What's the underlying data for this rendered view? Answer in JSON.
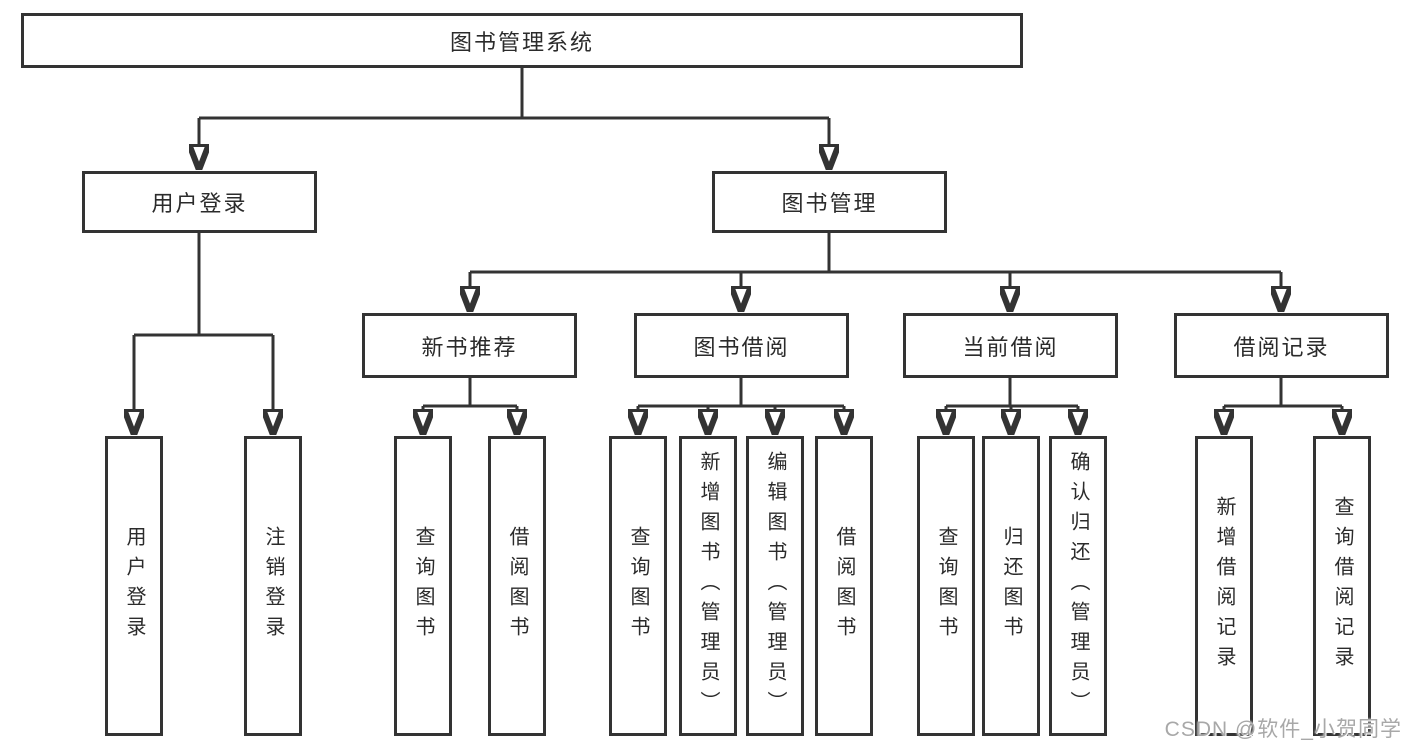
{
  "tree": {
    "label": "图书管理系统",
    "children": [
      {
        "label": "用户登录",
        "children": [
          {
            "label": "用户登录"
          },
          {
            "label": "注销登录"
          }
        ]
      },
      {
        "label": "图书管理",
        "children": [
          {
            "label": "新书推荐",
            "children": [
              {
                "label": "查询图书"
              },
              {
                "label": "借阅图书"
              }
            ]
          },
          {
            "label": "图书借阅",
            "children": [
              {
                "label": "查询图书"
              },
              {
                "label": "新增图书（管理员）"
              },
              {
                "label": "编辑图书（管理员）"
              },
              {
                "label": "借阅图书"
              }
            ]
          },
          {
            "label": "当前借阅",
            "children": [
              {
                "label": "查询图书"
              },
              {
                "label": "归还图书"
              },
              {
                "label": "确认归还（管理员）"
              }
            ]
          },
          {
            "label": "借阅记录",
            "children": [
              {
                "label": "新增借阅记录"
              },
              {
                "label": "查询借阅记录"
              }
            ]
          }
        ]
      }
    ]
  },
  "watermark": {
    "text": "CSDN @软件_小贺同学"
  },
  "colors": {
    "line": "#333333",
    "box_border": "#333333",
    "text": "#2b2b2b",
    "background": "#ffffff",
    "watermark": "#a8a8a8"
  }
}
